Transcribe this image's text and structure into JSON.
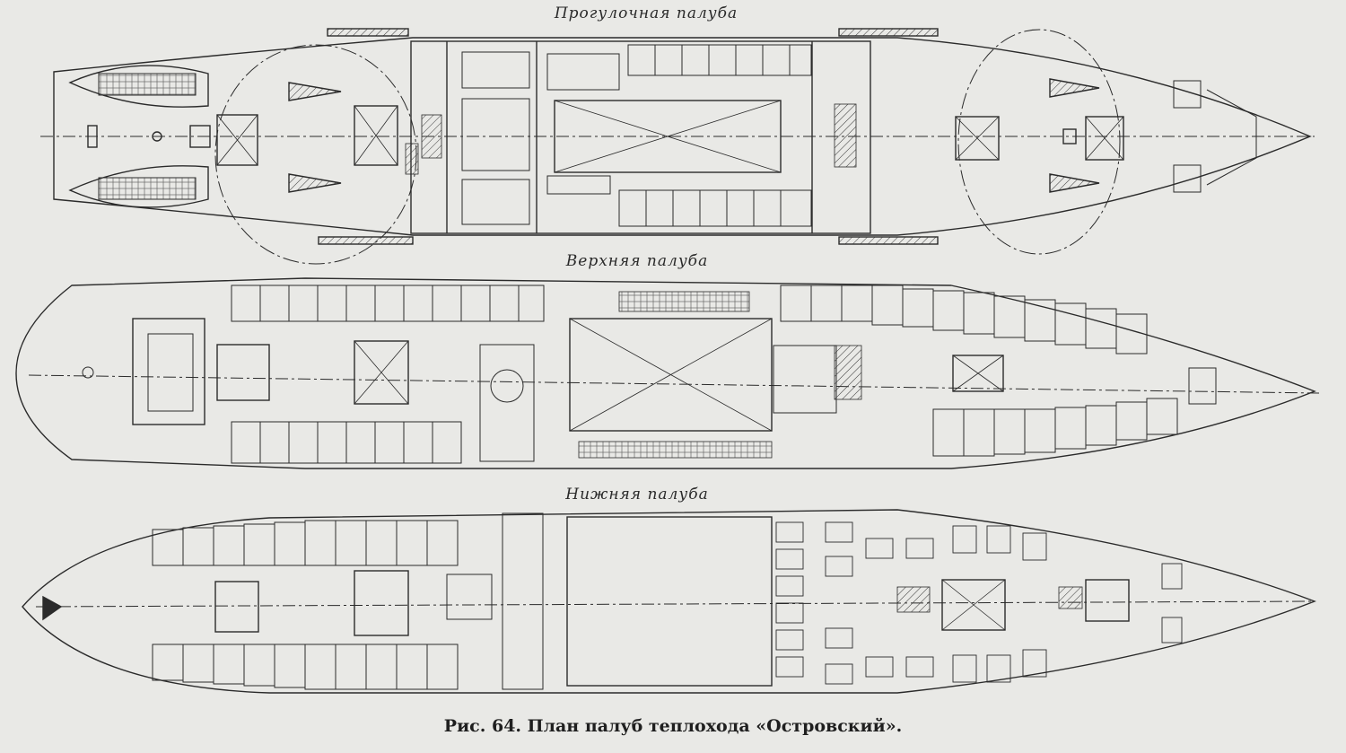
{
  "decks": [
    {
      "id": "promenade",
      "label": "Прогулочная палуба"
    },
    {
      "id": "upper",
      "label": "Верхняя палуба"
    },
    {
      "id": "lower",
      "label": "Нижняя палуба"
    }
  ],
  "caption": "Рис. 64. План палуб теплохода «Островский».",
  "colors": {
    "paper": "#e9e9e6",
    "ink": "#2b2b2b"
  }
}
